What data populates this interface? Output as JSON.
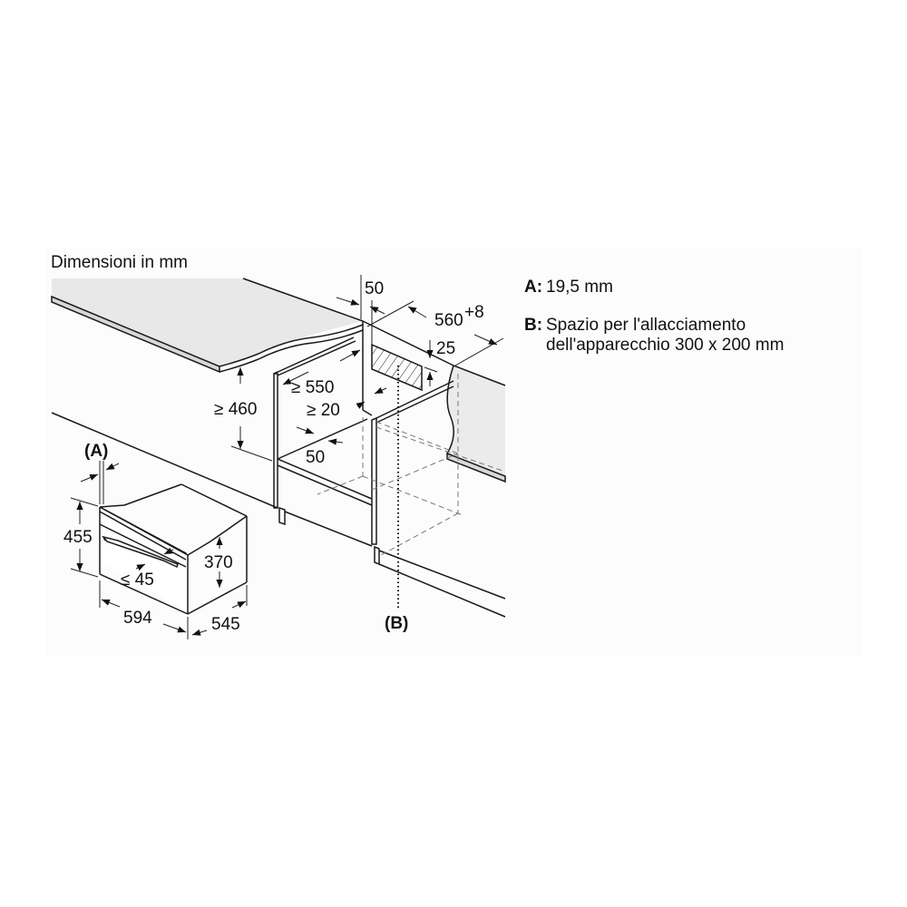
{
  "title": "Dimensioni in mm",
  "legend": {
    "a": {
      "key": "A:",
      "text": "19,5 mm"
    },
    "b": {
      "key": "B:",
      "line1": "Spazio per l'allacciamento",
      "line2": "dell'apparecchio 300 x 200 mm"
    }
  },
  "dimensions": {
    "niche_top_gap": "50",
    "niche_width": "560",
    "niche_width_tolerance": "+8",
    "connection_offset": "25",
    "niche_height": "≥ 460",
    "niche_depth": "≥ 550",
    "rear_gap": "≥ 20",
    "front_edge": "50",
    "panel_label_a": "(A)",
    "panel_label_b": "(B)",
    "appliance_height": "455",
    "appliance_inner_height": "370",
    "handle_projection": "≤ 45",
    "appliance_width": "594",
    "appliance_depth": "545"
  },
  "colors": {
    "line": "#1a1a1a",
    "countertop_fill": "#e8e8e8",
    "panel_bg": "#fcfcfc",
    "dashed": "#777777"
  }
}
